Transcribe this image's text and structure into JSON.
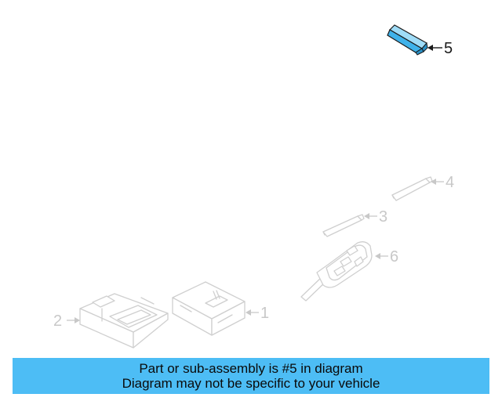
{
  "callouts": {
    "c1": "1",
    "c2": "2",
    "c3": "3",
    "c4": "4",
    "c5": "5",
    "c6": "6"
  },
  "highlight_color": "#4dbdf5",
  "banner": {
    "line1": "Part or sub-assembly is #5 in diagram",
    "line2": "Diagram may not be specific to your vehicle"
  }
}
